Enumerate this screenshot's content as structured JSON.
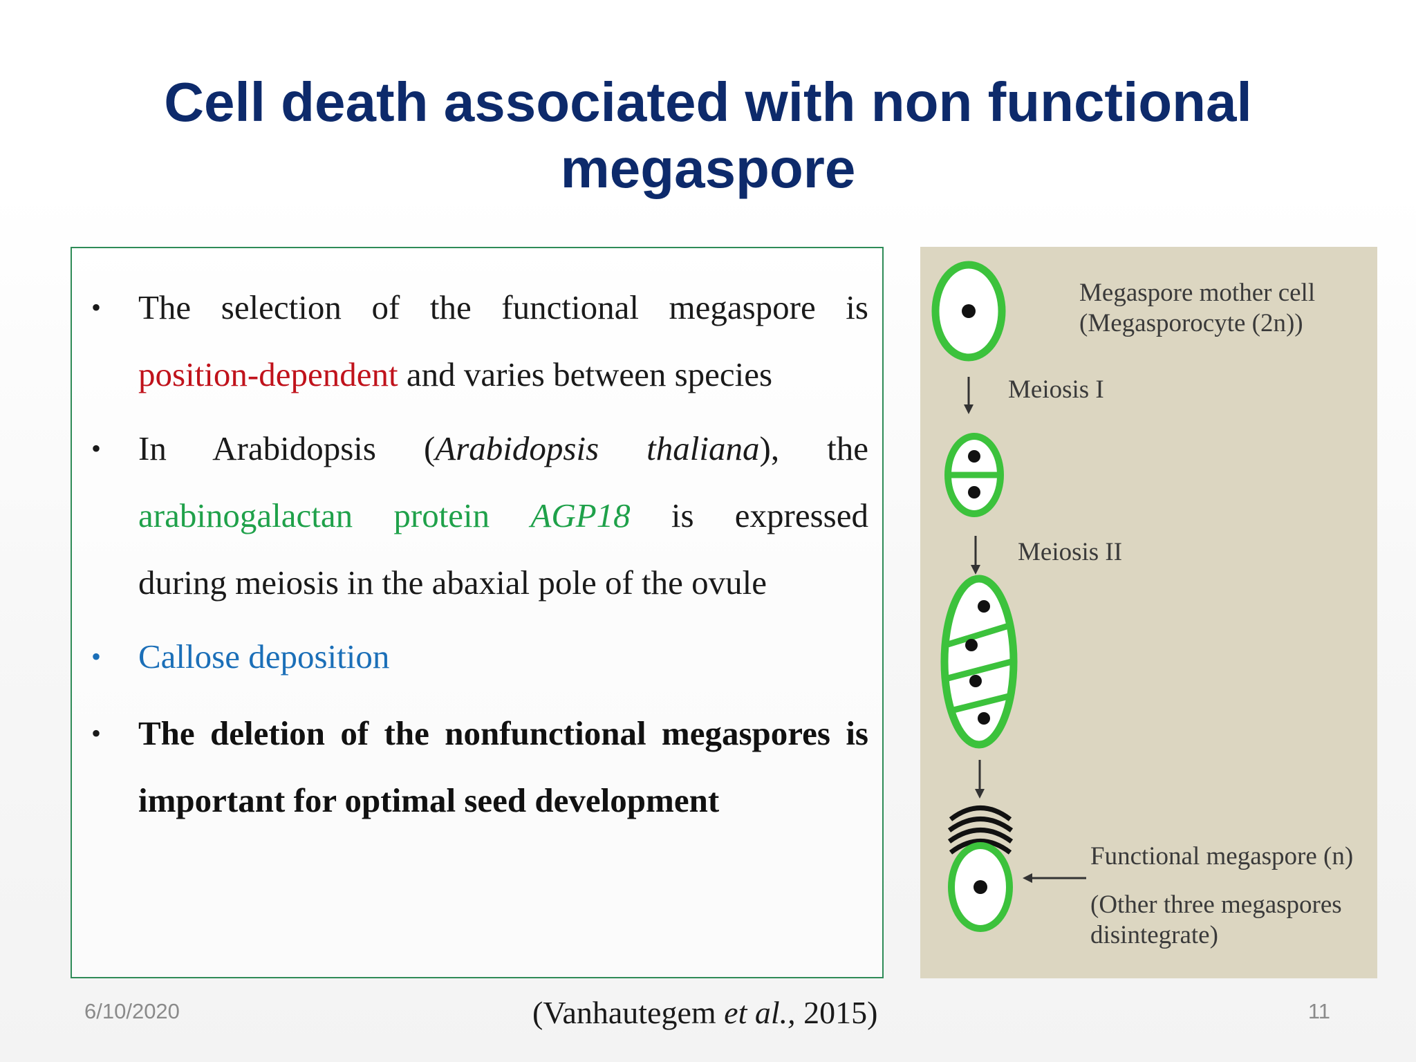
{
  "slide": {
    "title_line1": "Cell death associated with non functional",
    "title_line2": "megaspore",
    "date": "6/10/2020",
    "page_number": "11"
  },
  "bullets": [
    {
      "part1": "The selection of the functional megaspore is",
      "highlight": "position-dependent",
      "part2": "and varies between species"
    },
    {
      "line1_a": "In Arabidopsis (",
      "line1_italic": "Arabidopsis thaliana",
      "line1_b": "), the",
      "highlight": "arabinogalactan protein",
      "gene": "AGP18",
      "part2a": "is expressed",
      "part2b": "during meiosis in the abaxial pole of the ovule"
    },
    {
      "text": "Callose deposition"
    },
    {
      "text": "The deletion of the nonfunctional megaspores is important for optimal seed development"
    }
  ],
  "diagram": {
    "mother_cell_line1": "Megaspore mother cell",
    "mother_cell_line2": "(Megasporocyte (2n))",
    "meiosis1": "Meiosis I",
    "meiosis2": "Meiosis II",
    "functional_line1": "Functional megaspore (n)",
    "functional_line2": "(Other three megaspores",
    "functional_line3": "disintegrate)",
    "cell_outline_color": "#3cc23c"
  },
  "citation": {
    "author": "(Vanhautegem ",
    "etal": "et al.,",
    "year": " 2015)"
  }
}
